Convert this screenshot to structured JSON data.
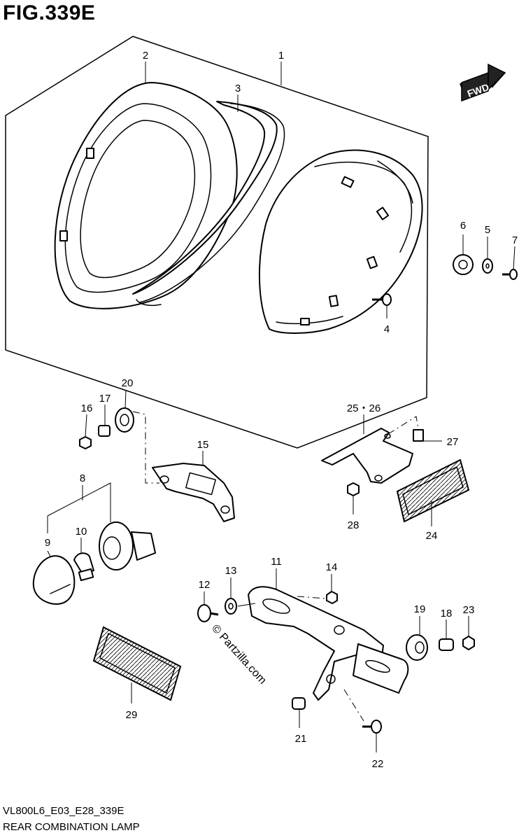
{
  "figure": {
    "title": "FIG.339E",
    "code": "VL800L6_E03_E28_339E",
    "name": "REAR COMBINATION LAMP"
  },
  "direction_badge": "FWD",
  "watermark": "© Partzilla.com",
  "callouts": {
    "c1": "1",
    "c2": "2",
    "c3": "3",
    "c4": "4",
    "c5": "5",
    "c6": "6",
    "c7": "7",
    "c8": "8",
    "c9": "9",
    "c10": "10",
    "c11": "11",
    "c12": "12",
    "c13": "13",
    "c14": "14",
    "c15": "15",
    "c16": "16",
    "c17": "17",
    "c18": "18",
    "c19": "19",
    "c20": "20",
    "c21": "21",
    "c22": "22",
    "c23": "23",
    "c24": "24",
    "c25": "25・26",
    "c27": "27",
    "c28": "28",
    "c29": "29"
  },
  "colors": {
    "ink": "#000000",
    "paper": "#ffffff"
  }
}
